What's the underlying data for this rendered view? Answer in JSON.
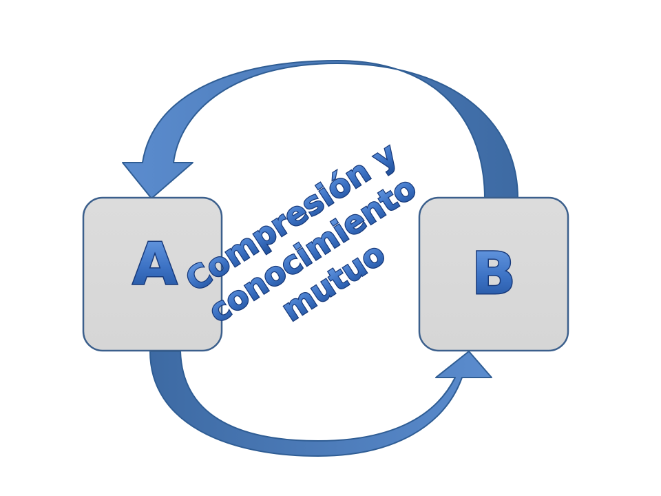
{
  "nodes": {
    "a": {
      "label": "A"
    },
    "b": {
      "label": "B"
    }
  },
  "center_label": {
    "lines": [
      "Compresión y",
      "conocimiento",
      "mutuo"
    ]
  },
  "colors": {
    "arrow_light": "#5585c5",
    "arrow_dark": "#3a6aa8",
    "arrow_stroke": "#2f5d94",
    "box_fill": "#d9d9d9",
    "box_stroke": "#3b5f8c",
    "text_light": "#5b8fd8",
    "text_dark": "#1c4585",
    "text_stroke": "#17397a"
  }
}
